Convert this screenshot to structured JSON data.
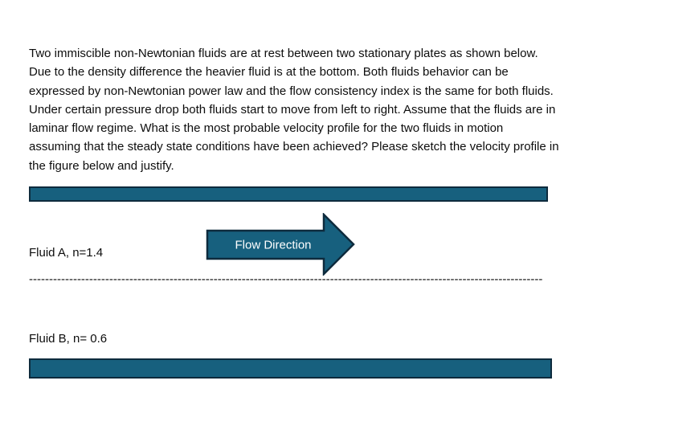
{
  "problem": {
    "text": "Two immiscible non-Newtonian fluids are at rest between two stationary plates as shown below.\nDue to the density difference the heavier fluid is at the bottom. Both fluids behavior can be\nexpressed by non-Newtonian power law and the flow consistency index is the same for both fluids.\nUnder certain pressure drop both fluids start to move from left to right. Assume that the fluids are in\nlaminar flow regime. What is the most probable velocity profile for the two fluids in motion\nassuming that the steady state conditions have been achieved? Please sketch the velocity profile in\nthe figure below and justify."
  },
  "figure": {
    "flow_arrow_label": "Flow Direction",
    "fluid_a_label": "Fluid A, n=1.4",
    "fluid_b_label": "Fluid B, n= 0.6",
    "interface_dashes": "--------------------------------------------------------------------------------------------------------------------------------",
    "colors": {
      "plate_fill": "#17607E",
      "plate_border": "#0E2B3D",
      "arrow_fill": "#17607E",
      "arrow_border": "#0E2B3D",
      "arrow_text": "#FFFFFF",
      "body_text": "#0D0D0D"
    }
  }
}
